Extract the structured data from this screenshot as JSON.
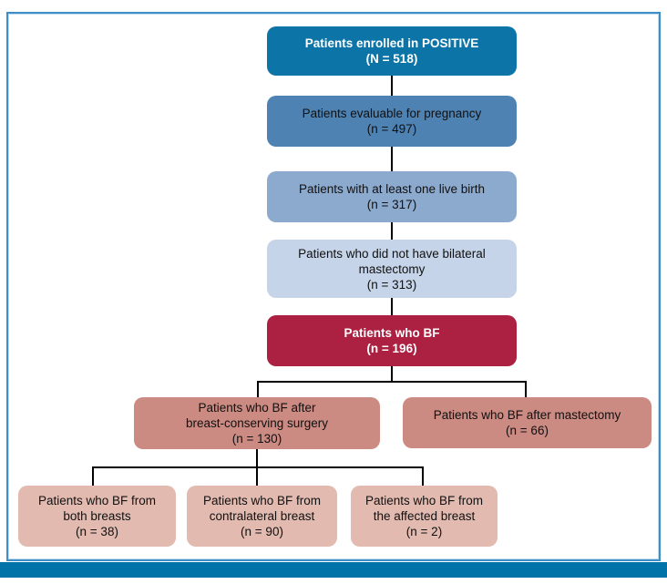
{
  "meta": {
    "diagram_type": "patient flow diagram (CONSORT style)",
    "colors": {
      "frame_border": "#3e8fc7",
      "footer_bar": "#0073a9",
      "connector": "#000000",
      "level1_blue": "#0d74a7",
      "level2_blue": "#4d82b2",
      "level3_blue": "#8ca9ce",
      "level4_blue": "#c5d4e8",
      "bf_red": "#ac2041",
      "bf_salmon": "#cb8a82",
      "bf_pink": "#e2bab0"
    }
  },
  "flowchart": {
    "nodes": {
      "enrolled": {
        "line1": "Patients enrolled in POSITIVE",
        "line2": "(N = 518)"
      },
      "evaluable": {
        "line1": "Patients evaluable for pregnancy",
        "line2": "(n = 497)"
      },
      "live_birth": {
        "line1": "Patients with at least one live birth",
        "line2": "(n = 317)"
      },
      "no_bilateral": {
        "line1": "Patients who did not have bilateral",
        "line2": "mastectomy",
        "line3": "(n = 313)"
      },
      "bf": {
        "line1": "Patients who BF",
        "line2": "(n = 196)"
      },
      "bf_bcs": {
        "line1": "Patients who BF after",
        "line2": "breast-conserving surgery",
        "line3": "(n = 130)"
      },
      "bf_mastectomy": {
        "line1": "Patients who BF after mastectomy",
        "line2": "(n = 66)"
      },
      "bf_both": {
        "line1": "Patients who BF from",
        "line2": "both breasts",
        "line3": "(n = 38)"
      },
      "bf_contralateral": {
        "line1": "Patients who BF from",
        "line2": "contralateral breast",
        "line3": "(n = 90)"
      },
      "bf_affected": {
        "line1": "Patients who BF from",
        "line2": "the affected breast",
        "line3": "(n = 2)"
      }
    }
  }
}
